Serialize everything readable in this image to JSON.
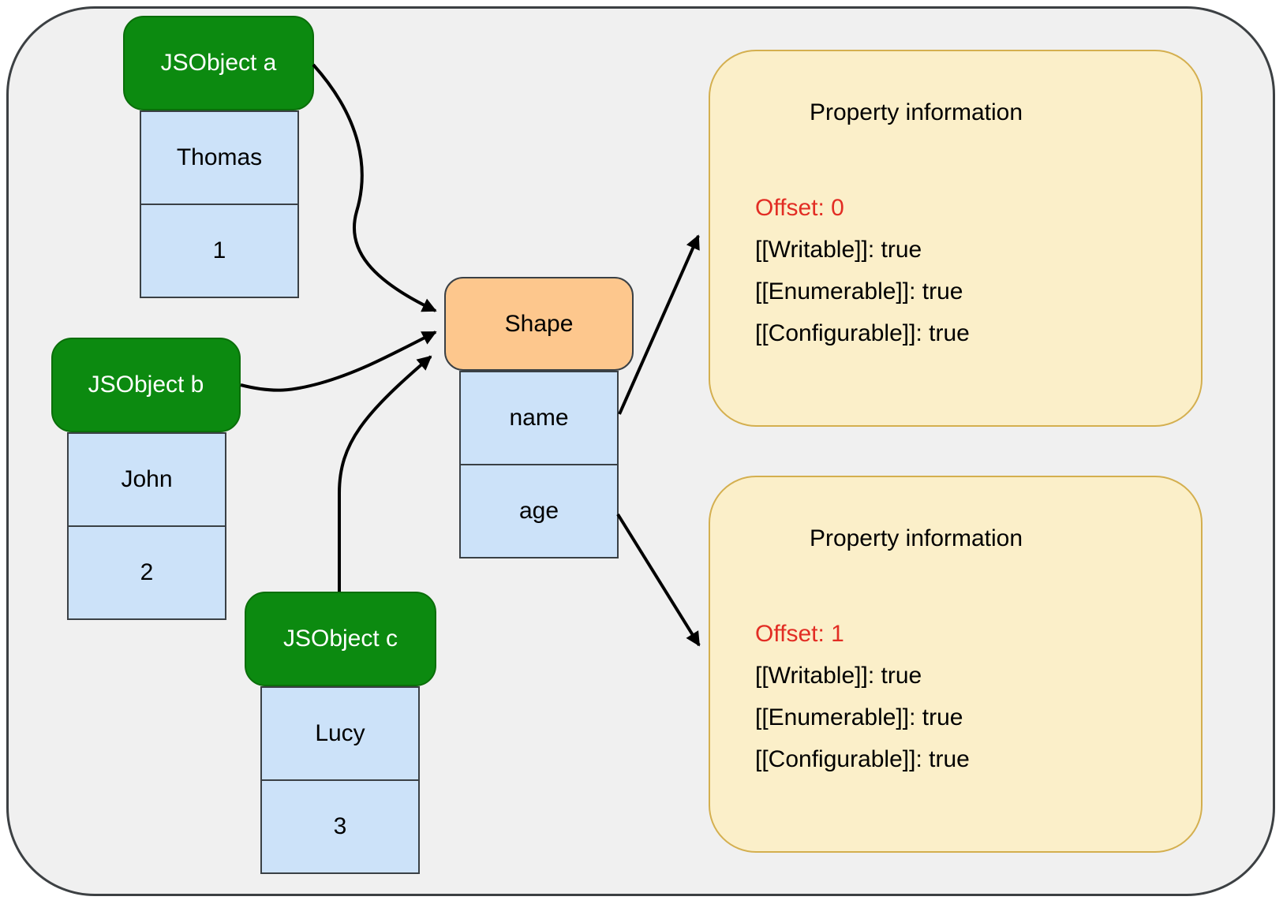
{
  "objects": [
    {
      "title": "JSObject a",
      "cells": [
        "Thomas",
        "1"
      ]
    },
    {
      "title": "JSObject b",
      "cells": [
        "John",
        "2"
      ]
    },
    {
      "title": "JSObject c",
      "cells": [
        "Lucy",
        "3"
      ]
    }
  ],
  "shape": {
    "title": "Shape",
    "cells": [
      "name",
      "age"
    ]
  },
  "property_boxes": [
    {
      "title": "Property information",
      "offset": "Offset: 0",
      "attributes": [
        "[[Writable]]: true",
        "[[Enumerable]]: true",
        "[[Configurable]]: true"
      ]
    },
    {
      "title": "Property information",
      "offset": "Offset: 1",
      "attributes": [
        "[[Writable]]: true",
        "[[Enumerable]]: true",
        "[[Configurable]]: true"
      ]
    }
  ],
  "colors": {
    "canvas_background": "#F0F0F0",
    "canvas_border": "#3C4043",
    "object_header_fill": "#0C8A10",
    "object_header_text": "#FFFFFF",
    "cell_fill": "#CCE2F9",
    "cell_border": "#3A4045",
    "shape_header_fill": "#FDC78D",
    "property_box_fill": "#FBEFC9",
    "property_box_border": "#D4AF4F",
    "offset_text": "#E22D24",
    "arrow": "#000000"
  }
}
